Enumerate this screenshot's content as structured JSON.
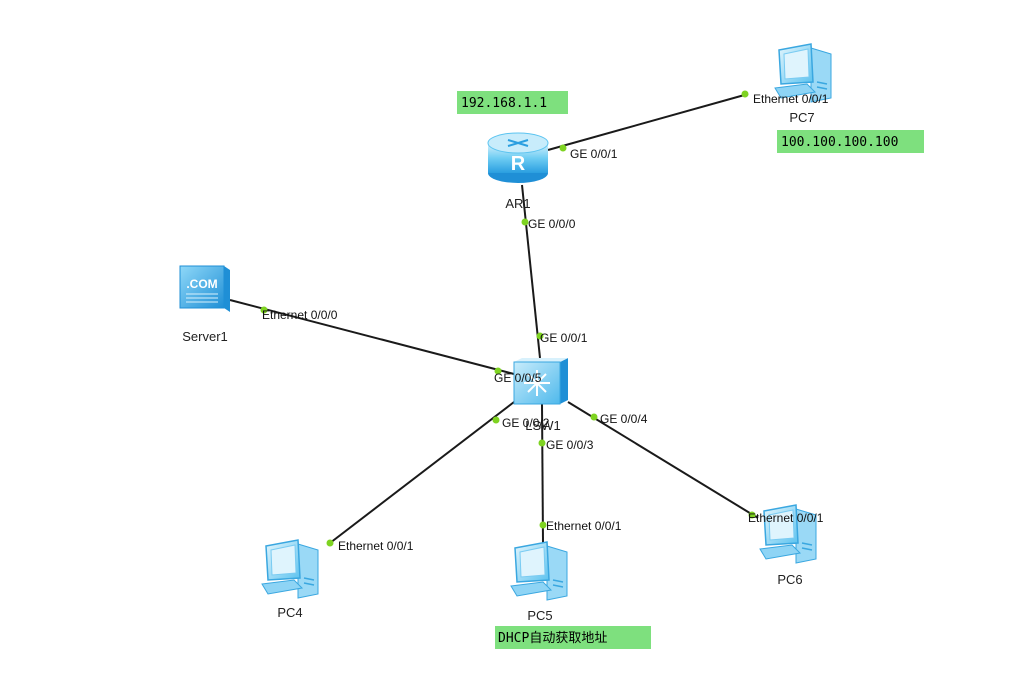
{
  "colors": {
    "link": "#1a1a1a",
    "port_dot": "#7ed321",
    "note_bg": "#7ee07e",
    "device_light": "#b8e4fa",
    "device_mid": "#5cc4f0",
    "device_dark": "#1f8fd6"
  },
  "devices": {
    "ar1": {
      "name": "AR1",
      "type": "router",
      "icon": "router-icon"
    },
    "pc7": {
      "name": "PC7",
      "type": "pc",
      "icon": "pc-icon"
    },
    "server1": {
      "name": "Server1",
      "type": "server",
      "icon": "server-icon",
      "badge": ".COM"
    },
    "lsw1": {
      "name": "LSW1",
      "type": "l3-switch",
      "icon": "switch-icon"
    },
    "pc4": {
      "name": "PC4",
      "type": "pc",
      "icon": "pc-icon"
    },
    "pc5": {
      "name": "PC5",
      "type": "pc",
      "icon": "pc-icon"
    },
    "pc6": {
      "name": "PC6",
      "type": "pc",
      "icon": "pc-icon"
    }
  },
  "links": [
    {
      "from": "ar1",
      "to": "pc7",
      "from_port": "GE 0/0/1",
      "to_port": "Ethernet 0/0/1"
    },
    {
      "from": "ar1",
      "to": "lsw1",
      "from_port": "GE 0/0/0",
      "to_port": "GE 0/0/1"
    },
    {
      "from": "server1",
      "to": "lsw1",
      "from_port": "Ethernet 0/0/0",
      "to_port": "GE 0/0/5"
    },
    {
      "from": "lsw1",
      "to": "pc4",
      "from_port": "GE 0/0/2",
      "to_port": "Ethernet 0/0/1"
    },
    {
      "from": "lsw1",
      "to": "pc5",
      "from_port": "GE 0/0/3",
      "to_port": "Ethernet 0/0/1"
    },
    {
      "from": "lsw1",
      "to": "pc6",
      "from_port": "GE 0/0/4",
      "to_port": "Ethernet 0/0/1"
    }
  ],
  "notes": {
    "ar1_ip": "192.168.1.1",
    "pc7_ip": "100.100.100.100",
    "pc5_prefix": "DHCP",
    "pc5_text": "自动获取地址"
  }
}
